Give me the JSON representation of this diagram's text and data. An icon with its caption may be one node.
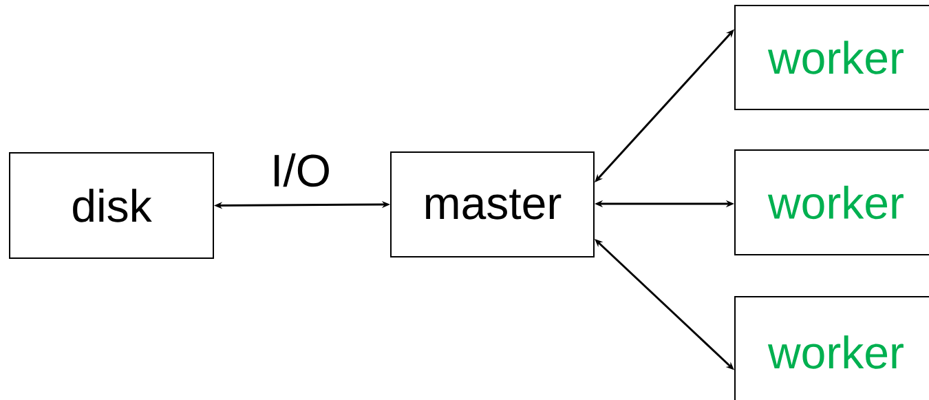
{
  "diagram": {
    "nodes": [
      {
        "text": [
          "disk"
        ]
      },
      {
        "text": [
          "master"
        ]
      },
      {
        "text": [
          "worker"
        ]
      },
      {
        "text": [
          "worker"
        ]
      },
      {
        "text": [
          "worker"
        ]
      }
    ],
    "edges": [
      {
        "from": 0,
        "to": 1,
        "arrow": "both",
        "label": "I/O"
      },
      {
        "from": 1,
        "to": 2,
        "arrow": "both"
      },
      {
        "from": 1,
        "to": 3,
        "arrow": "both"
      },
      {
        "from": 1,
        "to": 4,
        "arrow": "both"
      }
    ]
  }
}
